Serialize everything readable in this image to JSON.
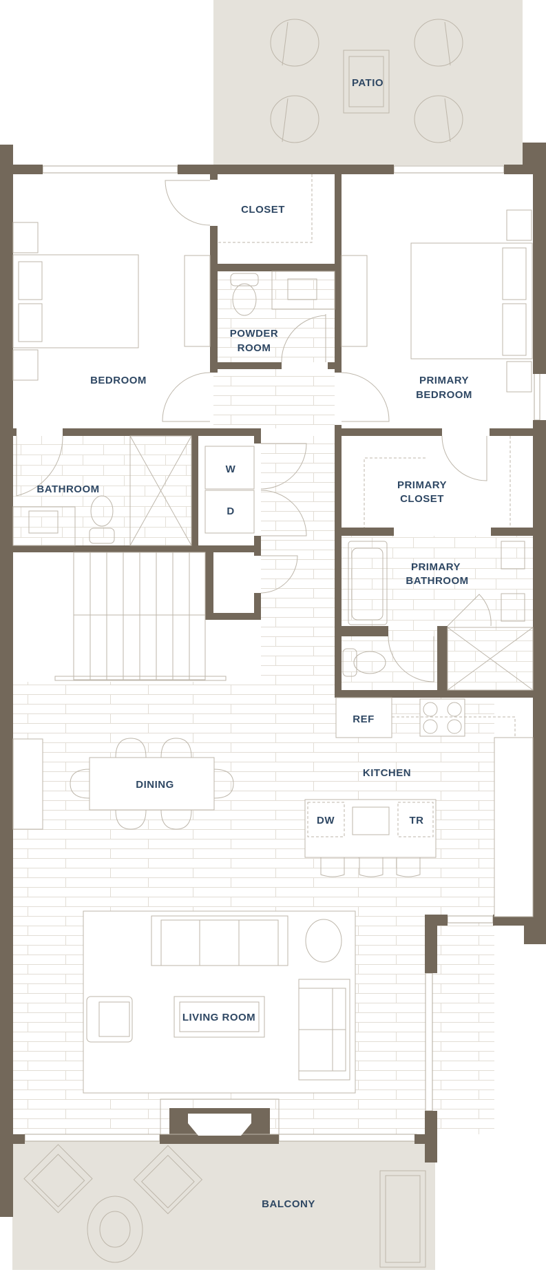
{
  "plan": {
    "rooms": {
      "patio": "PATIO",
      "closet": "CLOSET",
      "powder_room_1": "POWDER",
      "powder_room_2": "ROOM",
      "bedroom": "BEDROOM",
      "primary_bedroom_1": "PRIMARY",
      "primary_bedroom_2": "BEDROOM",
      "bathroom": "BATHROOM",
      "washer": "W",
      "dryer": "D",
      "primary_closet_1": "PRIMARY",
      "primary_closet_2": "CLOSET",
      "primary_bathroom_1": "PRIMARY",
      "primary_bathroom_2": "BATHROOM",
      "ref": "REF",
      "kitchen": "KITCHEN",
      "dining": "DINING",
      "dw": "DW",
      "tr": "TR",
      "living_room": "LIVING ROOM",
      "balcony": "BALCONY"
    },
    "colors": {
      "wall": "#73685a",
      "outdoor": "#e5e2db",
      "label": "#2e4763",
      "line": "#bdb6aa"
    }
  }
}
